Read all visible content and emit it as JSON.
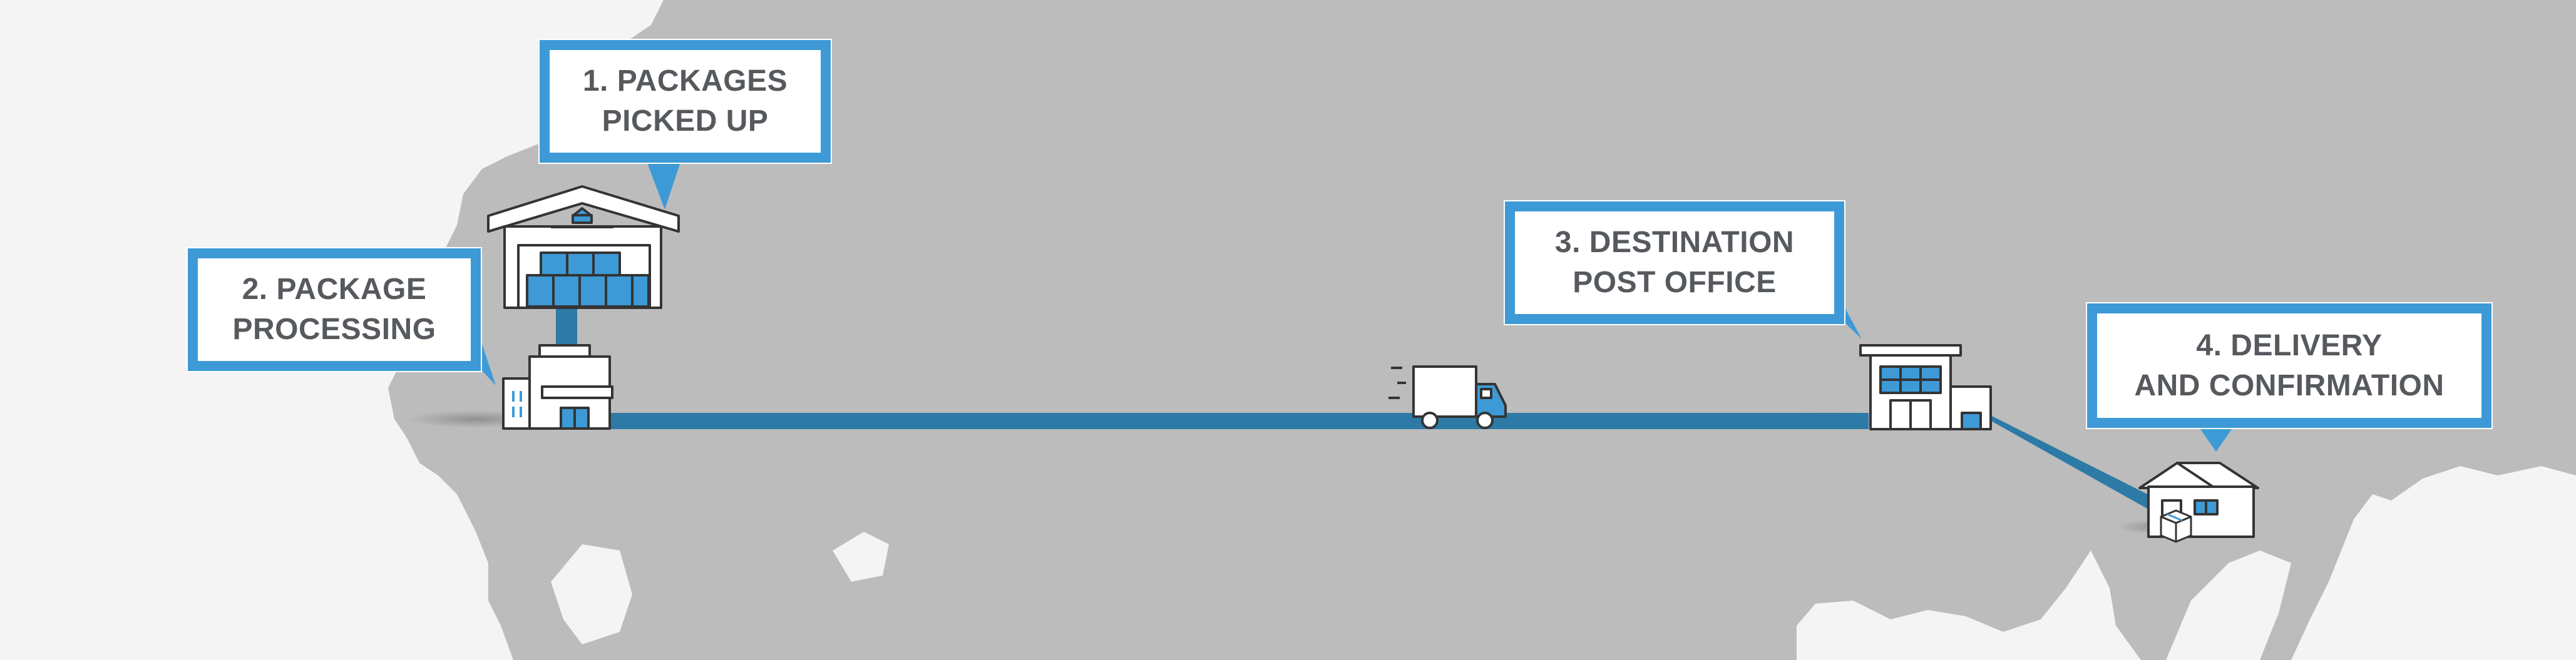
{
  "diagram": {
    "steps": [
      {
        "id": "step-1",
        "line1": "1. PACKAGES",
        "line2": "PICKED UP"
      },
      {
        "id": "step-2",
        "line1": "2. PACKAGE",
        "line2": "PROCESSING"
      },
      {
        "id": "step-3",
        "line1": "3. DESTINATION",
        "line2": "POST OFFICE"
      },
      {
        "id": "step-4",
        "line1": "4. DELIVERY",
        "line2": "AND CONFIRMATION"
      }
    ],
    "icons": [
      "warehouse-icon",
      "processing-facility-icon",
      "delivery-truck-icon",
      "post-office-icon",
      "house-icon",
      "parcel-box-icon"
    ],
    "colors": {
      "accent": "#3d9ad6",
      "route": "#2e7aa6",
      "land": "#bcbcbc",
      "background": "#f4f4f4",
      "text": "#565a5e"
    }
  }
}
